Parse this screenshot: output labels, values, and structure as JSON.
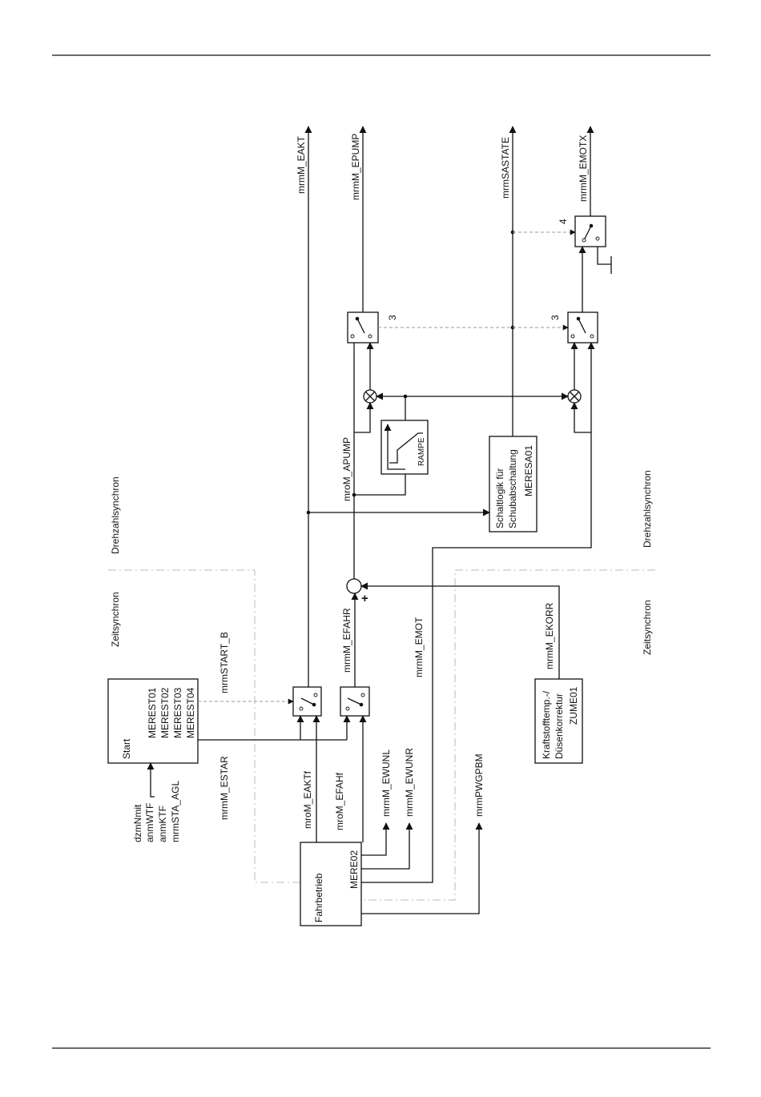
{
  "signals": {
    "eakt": "mrmM_EAKT",
    "epump": "mrmM_EPUMP",
    "sastate": "mrmSASTATE",
    "emotx": "mrmM_EMOTX",
    "apump": "mroM_APUMP",
    "efahr": "mrmM_EFAHR",
    "emot": "mrmM_EMOT",
    "ekorr": "mrmM_EKORR",
    "start_b": "mrmSTART_B",
    "estar": "mrmM_ESTAR",
    "eaktf": "mroM_EAKTf",
    "efahf": "mroM_EFAHf",
    "ewunl": "mrmM_EWUNL",
    "ewunr": "mrmM_EWUNR",
    "pwgpbm": "mrmPWGPBM"
  },
  "inputs": [
    "dzmNmit",
    "anmWTF",
    "anmKTF",
    "mrmSTA_AGL"
  ],
  "blocks": {
    "start": {
      "title": "Start",
      "ids": [
        "MEREST01",
        "MEREST02",
        "MEREST03",
        "MEREST04"
      ]
    },
    "fahrbetrieb": {
      "title": "Fahrbetrieb",
      "id": "MERE02"
    },
    "schaltlogik": {
      "line1": "Schaltlogik für",
      "line2": "Schubabschaltung",
      "id": "MERESA01"
    },
    "kraftstoff": {
      "line1": "Kraftstofftemp.-/",
      "line2": "Düsenkorrektur",
      "id": "ZUME01"
    },
    "ramp": {
      "label": "RAMPE"
    }
  },
  "regions": {
    "drehzahl_left": "Drehzahlsynchron",
    "zeit_left": "Zeitsynchron",
    "drehzahl_right": "Drehzahlsynchron",
    "zeit_right": "Zeitsynchron"
  },
  "switch_labels": {
    "sw3a": "3",
    "sw3b": "3",
    "sw4": "4"
  },
  "sum_sign": "+"
}
